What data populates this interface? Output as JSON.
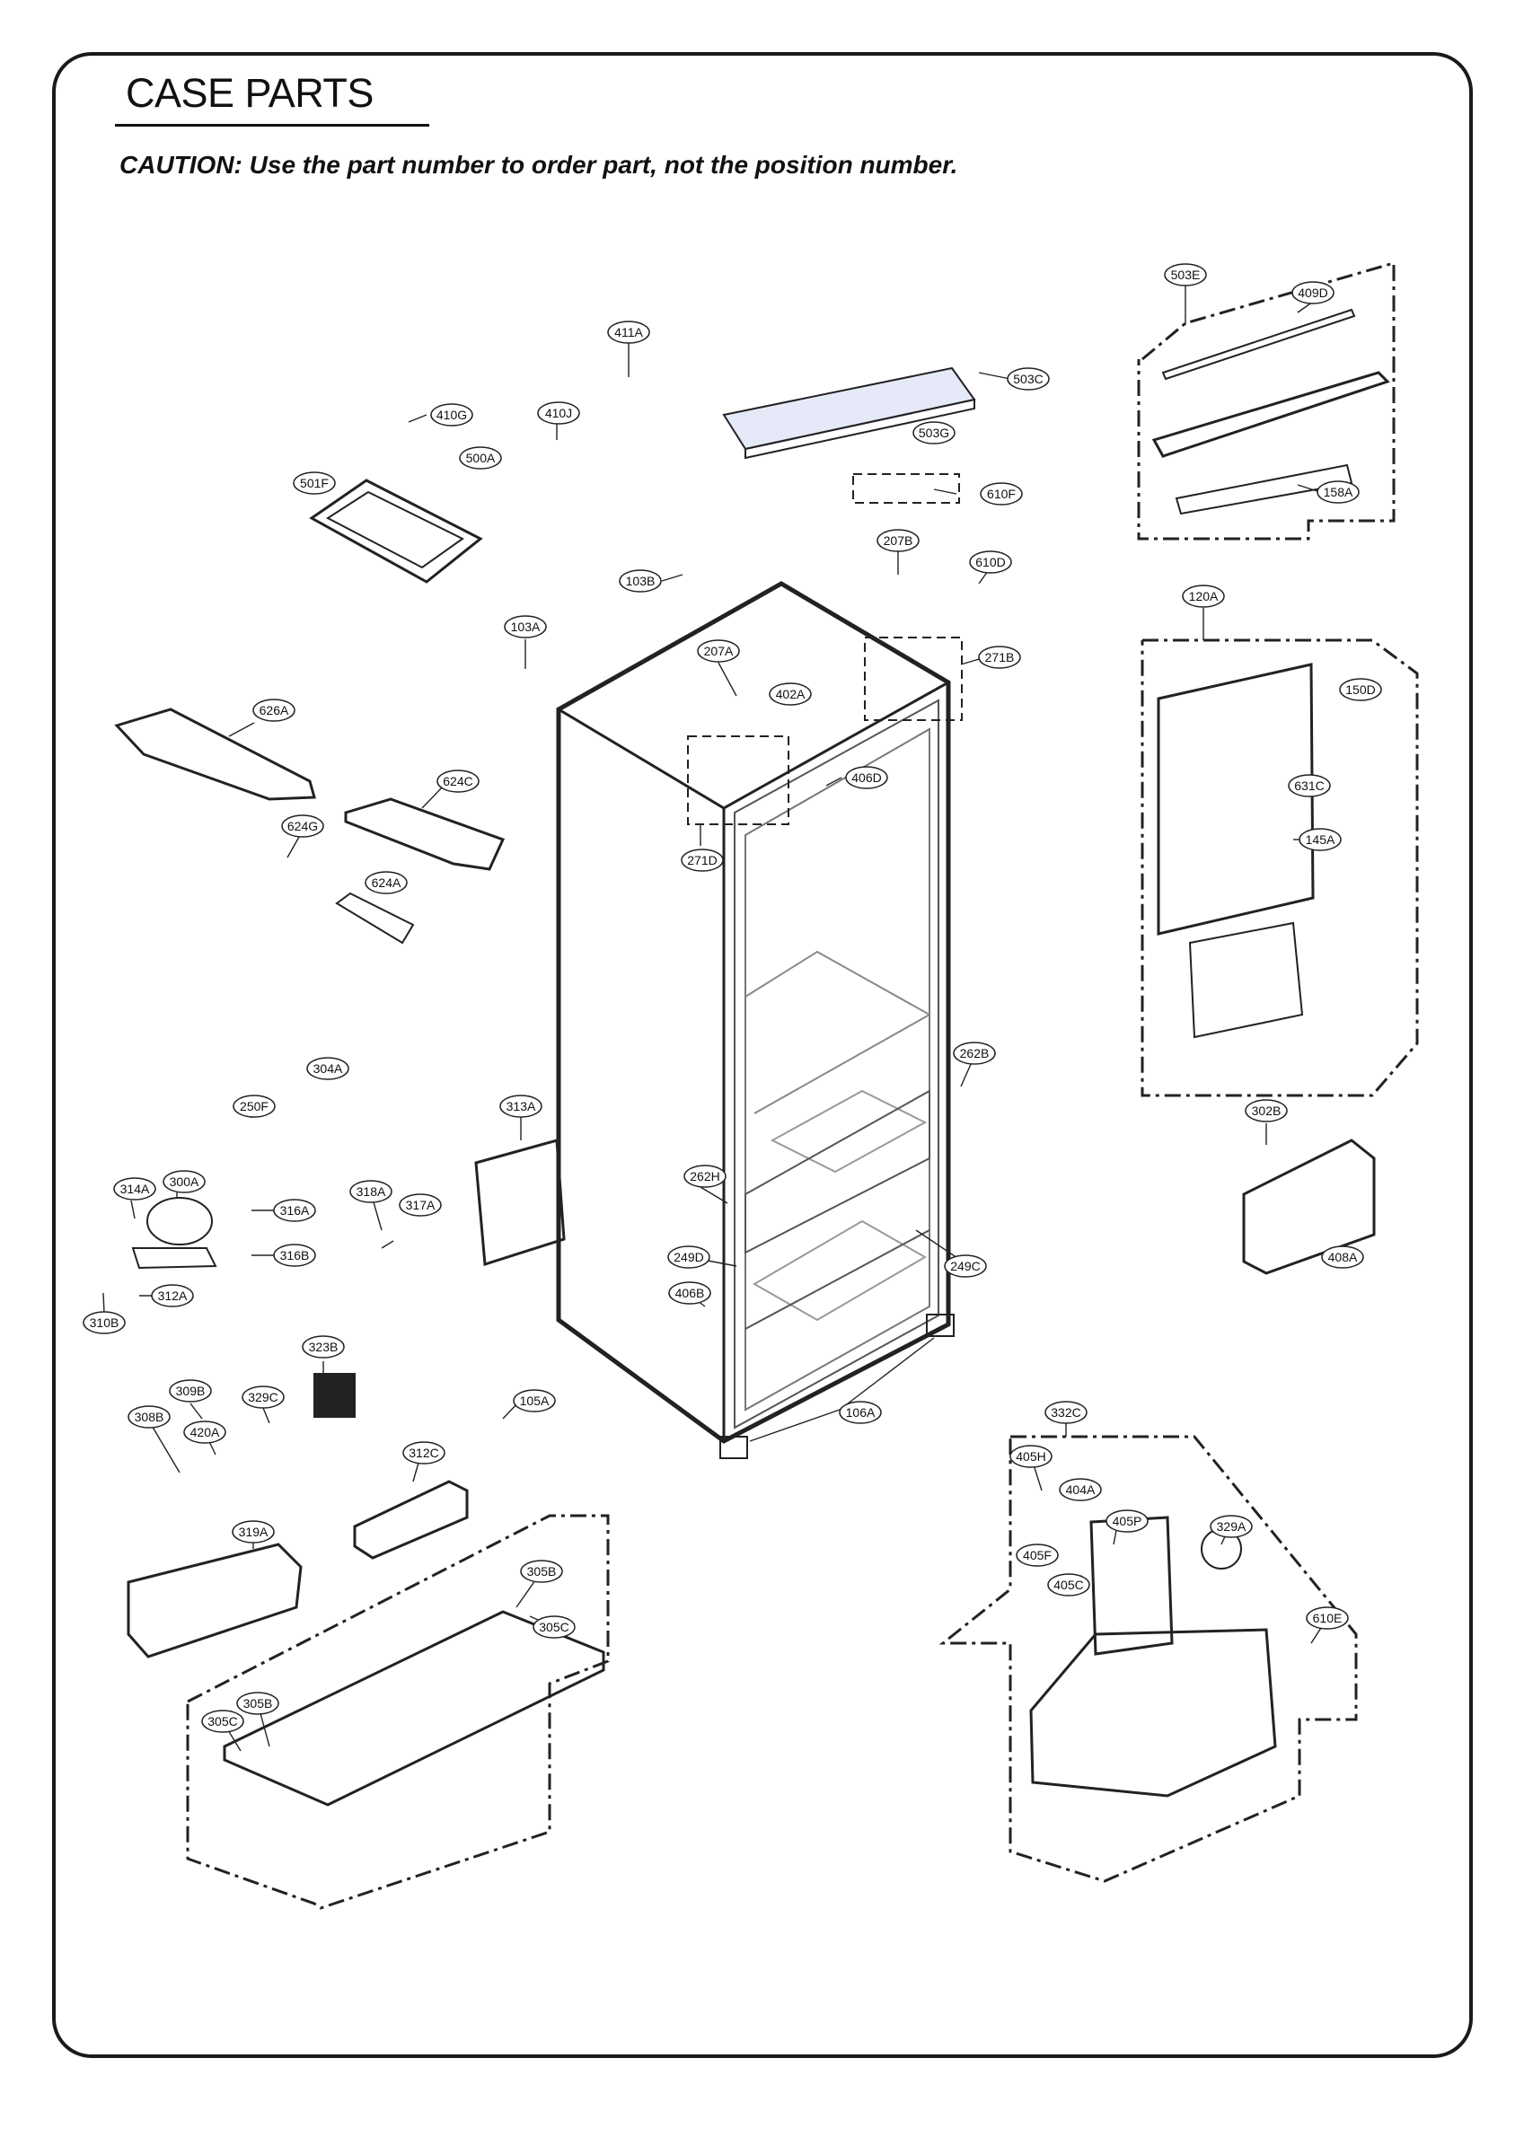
{
  "page": {
    "title": "CASE PARTS",
    "caution": "CAUTION: Use the part number to order part, not the position number."
  },
  "callouts": [
    {
      "id": "503E"
    },
    {
      "id": "409D"
    },
    {
      "id": "411A"
    },
    {
      "id": "503C"
    },
    {
      "id": "410G"
    },
    {
      "id": "410J"
    },
    {
      "id": "500A"
    },
    {
      "id": "503G"
    },
    {
      "id": "501F"
    },
    {
      "id": "610F"
    },
    {
      "id": "158A"
    },
    {
      "id": "207B"
    },
    {
      "id": "610D"
    },
    {
      "id": "103B"
    },
    {
      "id": "120A"
    },
    {
      "id": "103A"
    },
    {
      "id": "207A"
    },
    {
      "id": "271B"
    },
    {
      "id": "402A"
    },
    {
      "id": "150D"
    },
    {
      "id": "626A"
    },
    {
      "id": "406D"
    },
    {
      "id": "624C"
    },
    {
      "id": "631C"
    },
    {
      "id": "624G"
    },
    {
      "id": "145A"
    },
    {
      "id": "271D"
    },
    {
      "id": "624A"
    },
    {
      "id": "262B"
    },
    {
      "id": "304A"
    },
    {
      "id": "250F"
    },
    {
      "id": "313A"
    },
    {
      "id": "302B"
    },
    {
      "id": "300A"
    },
    {
      "id": "262H"
    },
    {
      "id": "314A"
    },
    {
      "id": "318A"
    },
    {
      "id": "316A"
    },
    {
      "id": "317A"
    },
    {
      "id": "316B"
    },
    {
      "id": "249D"
    },
    {
      "id": "249C"
    },
    {
      "id": "408A"
    },
    {
      "id": "312A"
    },
    {
      "id": "406B"
    },
    {
      "id": "310B"
    },
    {
      "id": "323B"
    },
    {
      "id": "309B"
    },
    {
      "id": "329C"
    },
    {
      "id": "105A"
    },
    {
      "id": "106A"
    },
    {
      "id": "332C"
    },
    {
      "id": "308B"
    },
    {
      "id": "420A"
    },
    {
      "id": "312C"
    },
    {
      "id": "405H"
    },
    {
      "id": "404A"
    },
    {
      "id": "319A"
    },
    {
      "id": "405P"
    },
    {
      "id": "329A"
    },
    {
      "id": "405F"
    },
    {
      "id": "305B"
    },
    {
      "id": "405C"
    },
    {
      "id": "305C"
    },
    {
      "id": "610E"
    },
    {
      "id": "305B"
    },
    {
      "id": "305C"
    }
  ]
}
